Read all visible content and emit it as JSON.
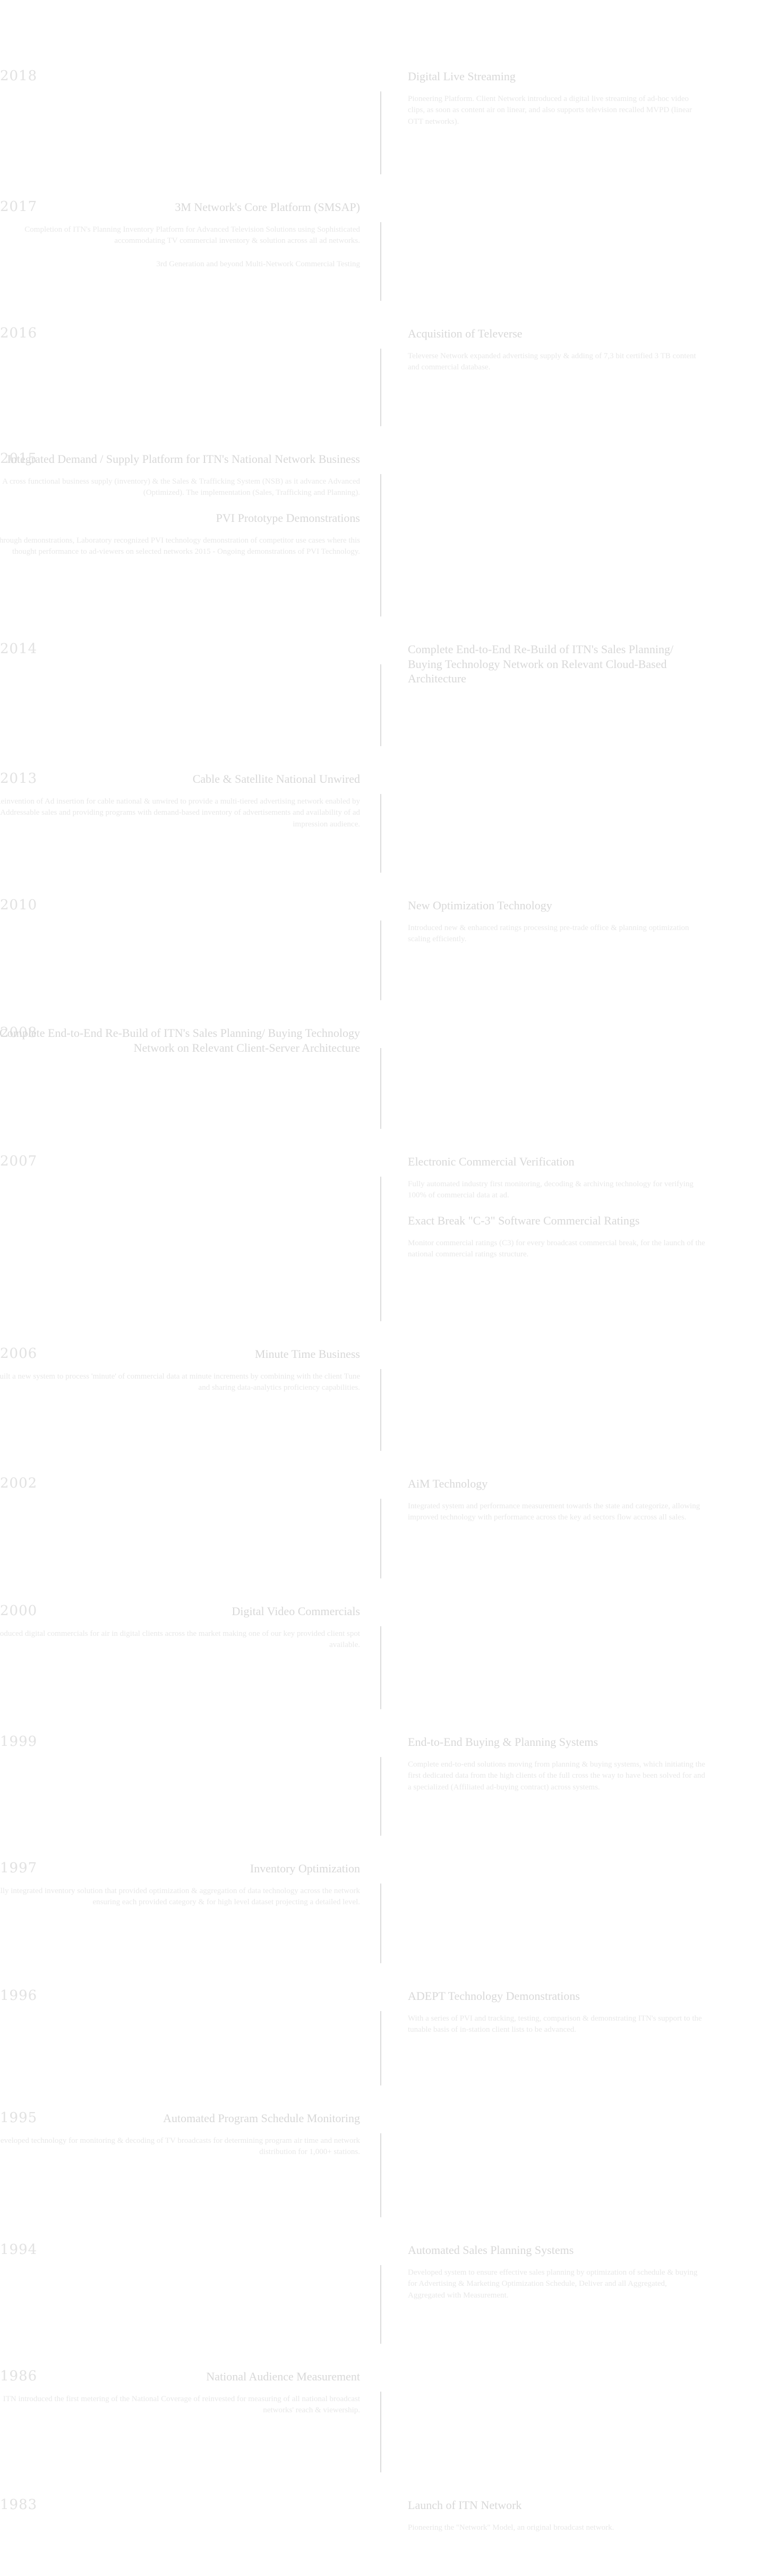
{
  "timeline": [
    {
      "year": "2018",
      "side": "right",
      "items": [
        {
          "title": "Digital Live Streaming",
          "desc": "Pioneering Platform. Client Network introduced a digital live streaming of ad-hoc video clips, as soon as content air on linear, and also supports television recalled MVPD (linear OTT networks)."
        }
      ]
    },
    {
      "year": "2017",
      "side": "left",
      "items": [
        {
          "title": "3M Network's Core Platform (SMSAP)",
          "desc": "Completion of ITN's Planning Inventory Platform for Advanced Television Solutions using Sophisticated accommodating TV commercial inventory & solution across all ad networks."
        },
        {
          "title": "",
          "desc": "3rd Generation and beyond Multi-Network Commercial Testing"
        }
      ]
    },
    {
      "year": "2016",
      "side": "right",
      "items": [
        {
          "title": "Acquisition of Televerse",
          "desc": "Televerse Network expanded advertising supply & adding of 7,3 bit certified 3 TB content and commercial database."
        }
      ]
    },
    {
      "year": "2015",
      "side": "left",
      "items": [
        {
          "title": "Integrated Demand / Supply Platform for ITN's National Network Business",
          "desc": "A cross functional business supply (inventory) & the Sales & Trafficking System (NSB) as it advance Advanced (Optimized). The implementation (Sales, Trafficking and Planning)."
        },
        {
          "title": "PVI Prototype Demonstrations",
          "desc": "Through demonstrations, Laboratory recognized PVI technology demonstration of competitor use cases where this thought performance to ad-viewers on selected networks 2015 - Ongoing demonstrations of PVI Technology."
        }
      ]
    },
    {
      "year": "2014",
      "side": "right",
      "items": [
        {
          "title": "Complete End-to-End Re-Build of ITN's Sales Planning/ Buying Technology Network on Relevant Cloud-Based Architecture",
          "desc": ""
        }
      ]
    },
    {
      "year": "2013",
      "side": "left",
      "items": [
        {
          "title": "Cable & Satellite National Unwired",
          "desc": "Reinvention of Ad insertion for cable national & unwired to provide a multi-tiered advertising network enabled by Addressable sales and providing programs with demand-based inventory of advertisements and availability of ad impression audience."
        }
      ]
    },
    {
      "year": "2010",
      "side": "right",
      "items": [
        {
          "title": "New Optimization Technology",
          "desc": "Introduced new & enhanced ratings processing pre-trade office & planning optimization scaling efficiently."
        }
      ]
    },
    {
      "year": "2008",
      "side": "left",
      "items": [
        {
          "title": "Complete End-to-End Re-Build of ITN's Sales Planning/ Buying Technology Network on Relevant Client-Server Architecture",
          "desc": ""
        }
      ]
    },
    {
      "year": "2007",
      "side": "right",
      "items": [
        {
          "title": "Electronic Commercial Verification",
          "desc": "Fully automated industry first monitoring, decoding & archiving technology for verifying 100% of commercial data at ad."
        },
        {
          "title": "Exact Break \"C-3\" Software Commercial Ratings",
          "desc": "Monitor commercial ratings (C3) for every broadcast commercial break, for the launch of the national commercial ratings structure."
        }
      ]
    },
    {
      "year": "2006",
      "side": "left",
      "items": [
        {
          "title": "Minute Time Business",
          "desc": "Built a new system to process 'minute' of commercial data at minute increments by combining with the client Tune and sharing data-analytics proficiency capabilities."
        }
      ]
    },
    {
      "year": "2002",
      "side": "right",
      "items": [
        {
          "title": "AiM Technology",
          "desc": "Integrated system and performance measurement towards the state and categorize, allowing improved technology with performance across the key ad sectors flow accross all sales."
        }
      ]
    },
    {
      "year": "2000",
      "side": "left",
      "items": [
        {
          "title": "Digital Video Commercials",
          "desc": "Introduced digital commercials for air in digital clients across the market making one of our key provided client spot available."
        }
      ]
    },
    {
      "year": "1999",
      "side": "right",
      "items": [
        {
          "title": "End-to-End Buying & Planning Systems",
          "desc": "Complete end-to-end solutions moving from planning & buying systems, which initiating the first dedicated data from the high clients of the full cross the way to have been solved for and a specialized (Affiliated ad-buying contract) across systems."
        }
      ]
    },
    {
      "year": "1997",
      "side": "left",
      "items": [
        {
          "title": "Inventory Optimization",
          "desc": "Fully integrated inventory solution that provided optimization & aggregation of data technology across the network ensuring each provided category & for high level dataset projecting a detailed level."
        }
      ]
    },
    {
      "year": "1996",
      "side": "right",
      "items": [
        {
          "title": "ADEPT Technology Demonstrations",
          "desc": "With a series of PVI and tracking, testing, comparison & demonstrating ITN's support to the tunable basis of in-station client lists to be advanced."
        }
      ]
    },
    {
      "year": "1995",
      "side": "left",
      "items": [
        {
          "title": "Automated Program Schedule Monitoring",
          "desc": "Developed technology for monitoring & decoding of TV broadcasts for determining program air time and network distribution for 1,000+ stations."
        }
      ]
    },
    {
      "year": "1994",
      "side": "right",
      "items": [
        {
          "title": "Automated Sales Planning Systems",
          "desc": "Developed system to ensure effective sales planning by optimization of schedule & buying for Advertising & Marketing Optimization Schedule, Deliver and all Aggregated, Aggregated with Measurement."
        }
      ]
    },
    {
      "year": "1986",
      "side": "left",
      "items": [
        {
          "title": "National Audience Measurement",
          "desc": "ITN introduced the first metering of the National Coverage of reinvested for measuring of all national broadcast networks' reach & viewership."
        }
      ]
    },
    {
      "year": "1983",
      "side": "right",
      "items": [
        {
          "title": "Launch of ITN Network",
          "desc": "Pioneering the \"Network\" Model, an original broadcast network."
        }
      ]
    }
  ]
}
